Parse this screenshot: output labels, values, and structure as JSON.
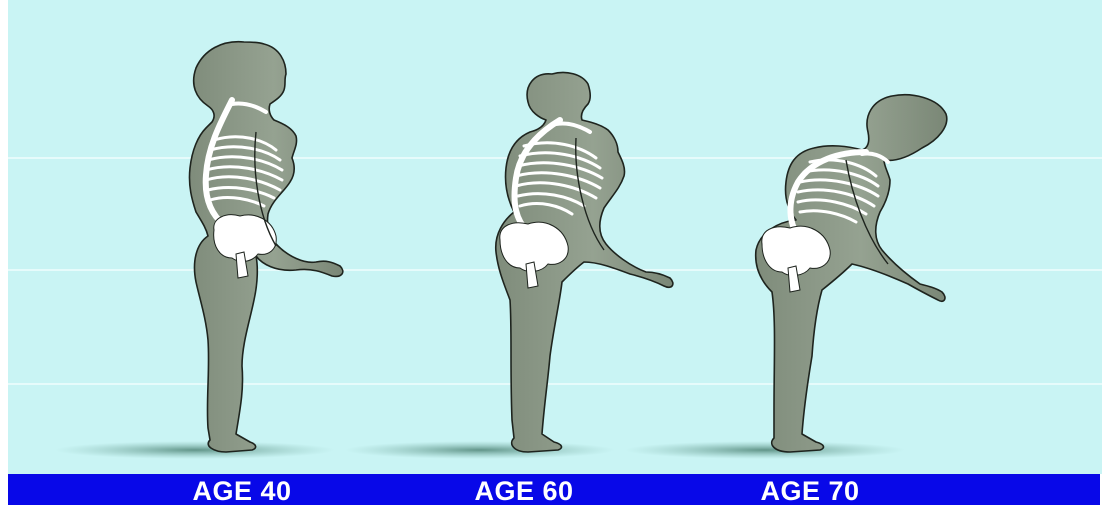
{
  "colors": {
    "background": "#c9f4f4",
    "band_line": "#e6fbfb",
    "body_fill": "#8e9b8a",
    "body_stroke": "#1e241e",
    "bone": "#ffffff",
    "shadow": "#5f8f84",
    "caption_bar": "#0808e8",
    "caption_text": "#ffffff"
  },
  "figures": [
    {
      "id": "age-40",
      "label": "AGE 40"
    },
    {
      "id": "age-60",
      "label": "AGE 60"
    },
    {
      "id": "age-70",
      "label": "AGE 70"
    }
  ]
}
